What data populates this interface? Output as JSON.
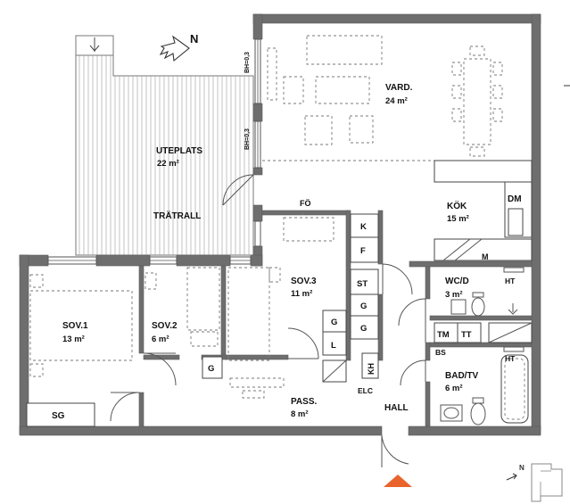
{
  "compass": {
    "north_label": "N"
  },
  "rooms": {
    "uteplats": {
      "name": "UTEPLATS",
      "area": "22 m²",
      "floor": "TRÄTRALL"
    },
    "vard": {
      "name": "VARD.",
      "area": "24 m²"
    },
    "kok": {
      "name": "KÖK",
      "area": "15 m²"
    },
    "sov1": {
      "name": "SOV.1",
      "area": "13 m²"
    },
    "sov2": {
      "name": "SOV.2",
      "area": "6 m²"
    },
    "sov3": {
      "name": "SOV.3",
      "area": "11 m²"
    },
    "pass": {
      "name": "PASS.",
      "area": "8 m²"
    },
    "wcd": {
      "name": "WC/D",
      "area": "3 m²"
    },
    "badtv": {
      "name": "BAD/TV",
      "area": "6 m²"
    },
    "hall": {
      "name": "HALL"
    }
  },
  "labels": {
    "bh1": "BH=0,3",
    "bh2": "BH=0,3",
    "fo": "FÖ",
    "dm": "DM",
    "m": "M",
    "k": "K",
    "f": "F",
    "st": "ST",
    "g1": "G",
    "g2": "G",
    "g3": "G",
    "l": "L",
    "kh": "KH",
    "elc": "ELC",
    "sg": "SG",
    "g_sov2": "G",
    "tm": "TM",
    "tt": "TT",
    "ht1": "HT",
    "ht2": "HT",
    "bs": "BS"
  },
  "colors": {
    "wall": "#6e6e6e",
    "entrance_marker": "#e8642c"
  }
}
